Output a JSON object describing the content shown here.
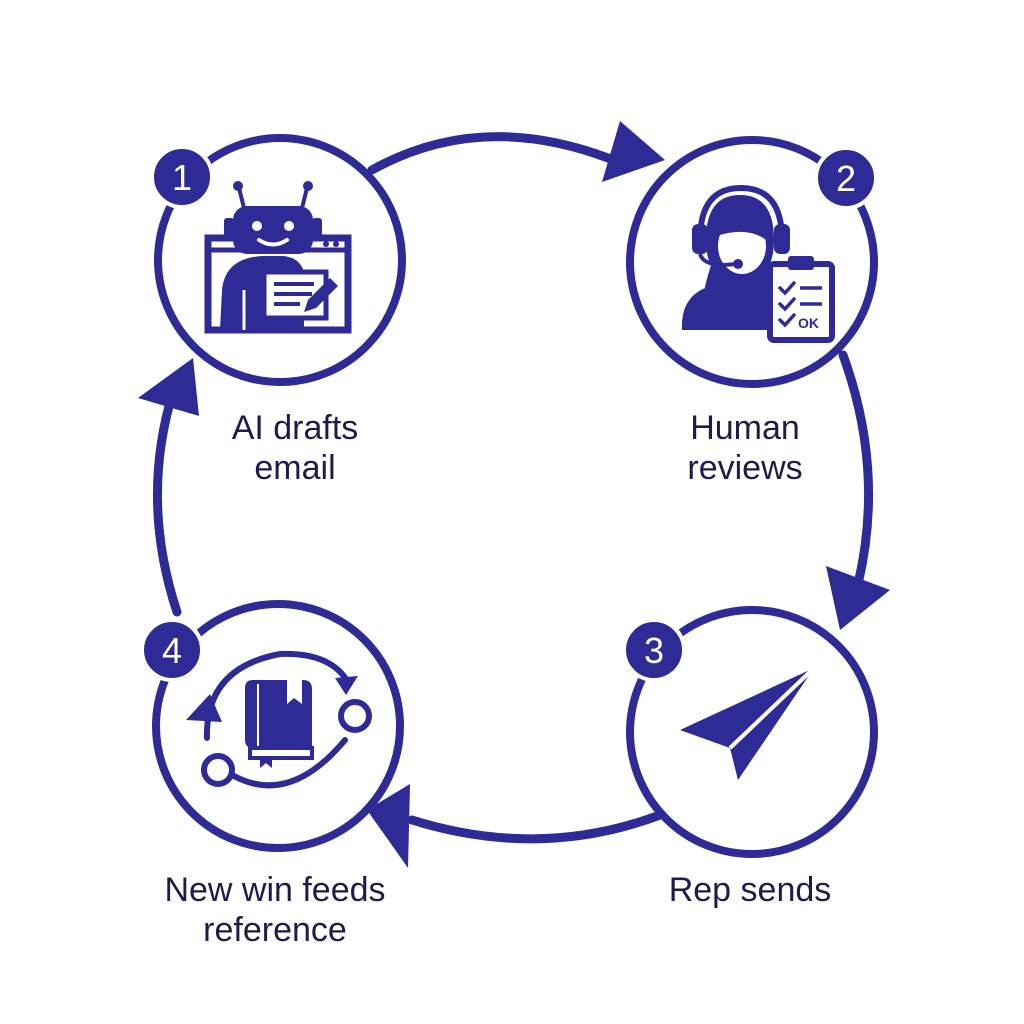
{
  "colors": {
    "primary": "#2e2a96",
    "label_text": "#1e1b4b",
    "background": "#ffffff"
  },
  "steps": [
    {
      "number": "1",
      "lines": [
        "AI drafts",
        "email"
      ],
      "icon": "robot-drafting-document-icon"
    },
    {
      "number": "2",
      "lines": [
        "Human",
        "reviews"
      ],
      "icon": "human-reviewer-headset-clipboard-icon"
    },
    {
      "number": "3",
      "lines": [
        "Rep sends"
      ],
      "icon": "paper-plane-send-icon"
    },
    {
      "number": "4",
      "lines": [
        "New win feeds",
        "reference"
      ],
      "icon": "book-cycle-icon"
    }
  ],
  "clipboard_check_text": "OK"
}
